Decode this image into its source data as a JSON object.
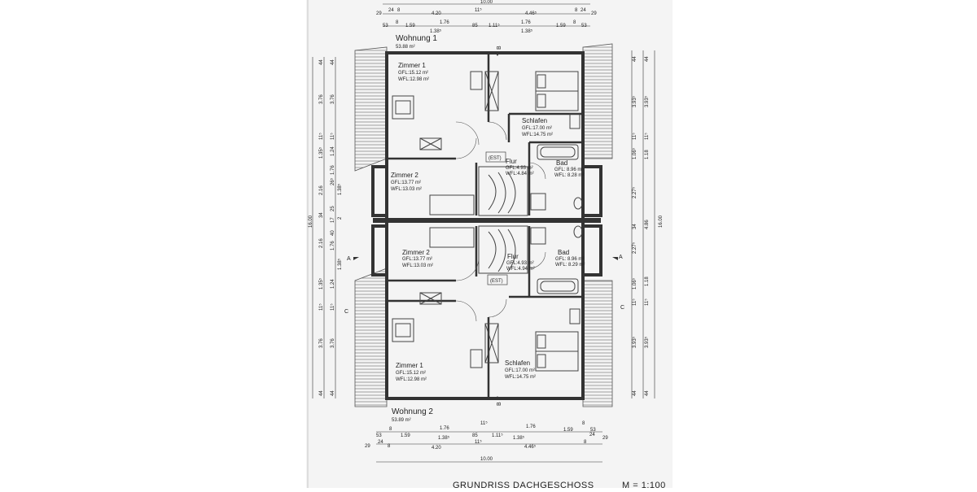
{
  "apartments": {
    "top": {
      "name": "Wohnung 1",
      "area": "53.88 m²"
    },
    "bottom": {
      "name": "Wohnung 2",
      "area": "53.89 m²"
    }
  },
  "rooms": {
    "top": {
      "zimmer1": {
        "name": "Zimmer 1",
        "gfl": "GFL:15.12 m²",
        "wfl": "WFL:12.98 m²"
      },
      "zimmer2": {
        "name": "Zimmer 2",
        "gfl": "GFL:13.77 m²",
        "wfl": "WFL:13.03 m²"
      },
      "schlafen": {
        "name": "Schlafen",
        "gfl": "GFL:17.00 m²",
        "wfl": "WFL:14.75 m²"
      },
      "flur": {
        "name": "Flur",
        "gfl": "GFL:4.93 m²",
        "wfl": "WFL:4.84 m²"
      },
      "bad": {
        "name": "Bad",
        "gfl": "GFL: 8.96 m²",
        "wfl": "WFL: 8.28 m²"
      },
      "est": "(EST)"
    },
    "bottom": {
      "zimmer1": {
        "name": "Zimmer 1",
        "gfl": "GFL:15.12 m²",
        "wfl": "WFL:12.98 m²"
      },
      "zimmer2": {
        "name": "Zimmer 2",
        "gfl": "GFL:13.77 m²",
        "wfl": "WFL:13.03 m²"
      },
      "schlafen": {
        "name": "Schlafen",
        "gfl": "GFL:17.00 m²",
        "wfl": "WFL:14.75 m²"
      },
      "flur": {
        "name": "Flur",
        "gfl": "GFL:4.93 m²",
        "wfl": "WFL:4.94 m²"
      },
      "bad": {
        "name": "Bad",
        "gfl": "GFL: 8.96 m²",
        "wfl": "WFL: 8.29 m²"
      },
      "est": "(EST)"
    }
  },
  "section_markers": {
    "a": "A",
    "b": "B",
    "c": "C"
  },
  "dimensions": {
    "top_total": "10.00",
    "top_row1": [
      "29",
      "24",
      "8",
      "4.20",
      "11⁵",
      "4.46⁵",
      "8",
      "24",
      "29"
    ],
    "top_row2": [
      "53",
      "8",
      "1.59",
      "1.76",
      "85",
      "1.11⁵",
      "1.76",
      "1.59",
      "8",
      "53"
    ],
    "top_row3": [
      "1.38⁵",
      "1.38⁵"
    ],
    "bottom_row1": [
      "53",
      "8",
      "1.59",
      "1.76",
      "85",
      "1.11⁵",
      "11⁵",
      "1.76",
      "1.59",
      "8",
      "53"
    ],
    "bottom_row2": [
      "1.38⁵",
      "1.38⁵"
    ],
    "bottom_row3": [
      "29",
      "24",
      "8",
      "4.20",
      "11⁵",
      "4.46⁵",
      "8",
      "24",
      "29"
    ],
    "bottom_total": "10.00",
    "left_outer": [
      "44",
      "3.76",
      "11⁵",
      "1.35⁵",
      "2.16",
      "34",
      "2.16",
      "1.35⁵",
      "11⁵",
      "3.76",
      "44"
    ],
    "left_inner": [
      "44",
      "3.76",
      "11⁵",
      "1.24",
      "1.76",
      "26⁵",
      "25",
      "17",
      "40",
      "1.76",
      "1.24",
      "11⁵",
      "3.76",
      "44"
    ],
    "left_inner2": [
      "1.38⁵",
      "1.38⁵",
      "2"
    ],
    "left_total": "16.00",
    "right_inner": [
      "44",
      "3.93⁵",
      "11⁵",
      "1.06⁵",
      "2.27⁵",
      "34",
      "2.27⁵",
      "1.06⁵",
      "11⁵",
      "3.93⁵",
      "44"
    ],
    "right_outer": [
      "44",
      "3.93⁵",
      "11⁵",
      "1.18",
      "4.86",
      "1.18",
      "11⁵",
      "3.93⁵",
      "44"
    ],
    "right_total": "16.00"
  },
  "footer": {
    "title": "GRUNDRISS DACHGESCHOSS",
    "scale": "M = 1:100"
  },
  "colors": {
    "paper": "#f4f4f4",
    "ink": "#333333",
    "backdrop": "#ffffff"
  }
}
